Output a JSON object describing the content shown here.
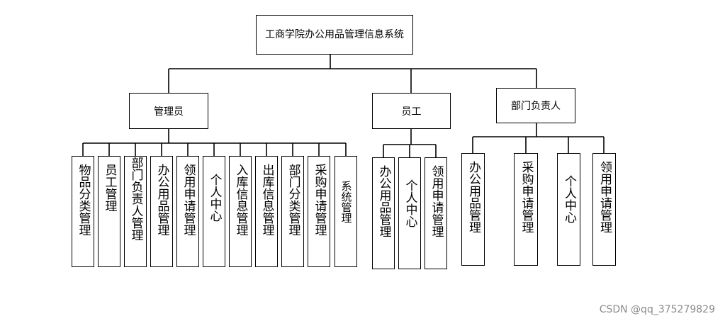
{
  "root": {
    "label": "工商学院办公用品管理信息系统"
  },
  "groups": [
    {
      "label": "管理员",
      "children": [
        "物品分类管理",
        "员工管理",
        "部门负责人管理",
        "办公用品管理",
        "领用申请管理",
        "个人中心",
        "入库信息管理",
        "出库信息管理",
        "部门分类管理",
        "采购申请管理",
        "系统管理"
      ]
    },
    {
      "label": "员工",
      "children": [
        "办公用品管理",
        "个人中心",
        "领用申请管理"
      ]
    },
    {
      "label": "部门负责人",
      "children": [
        "办公用品管理",
        "采购申请管理",
        "个人中心",
        "领用申请管理"
      ]
    }
  ],
  "watermark": "CSDN @qq_375279829"
}
